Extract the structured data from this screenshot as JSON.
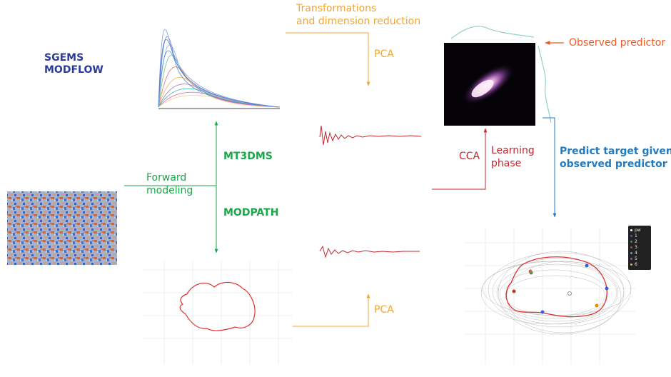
{
  "labels": {
    "software": [
      "SGEMS",
      "MODFLOW"
    ],
    "transformations": [
      "Transformations",
      "and dimension reduction"
    ],
    "pca_top": "PCA",
    "pca_bottom": "PCA",
    "observed_predictor": "Observed predictor",
    "forward_modeling": [
      "Forward",
      "modeling"
    ],
    "mt3dms": "MT3DMS",
    "modpath": "MODPATH",
    "cca": "CCA",
    "learning_phase": [
      "Learning",
      "phase"
    ],
    "predict_target": [
      "Predict target given",
      "observed predictor"
    ]
  },
  "legend": {
    "items": [
      {
        "label": "pw",
        "color": "#ffffff"
      },
      {
        "label": "1",
        "color": "#3b5bdb"
      },
      {
        "label": "2",
        "color": "#2f9e44"
      },
      {
        "label": "3",
        "color": "#e03131"
      },
      {
        "label": "4",
        "color": "#22b8cf"
      },
      {
        "label": "5",
        "color": "#ae3ec9"
      },
      {
        "label": "6",
        "color": "#fab005"
      }
    ]
  },
  "colors": {
    "orange": "#f2a531",
    "green": "#1aa74a",
    "red": "#c1272d",
    "blue": "#1f7bc3",
    "red_orange": "#f15a24",
    "navy": "#2b3b9a"
  }
}
